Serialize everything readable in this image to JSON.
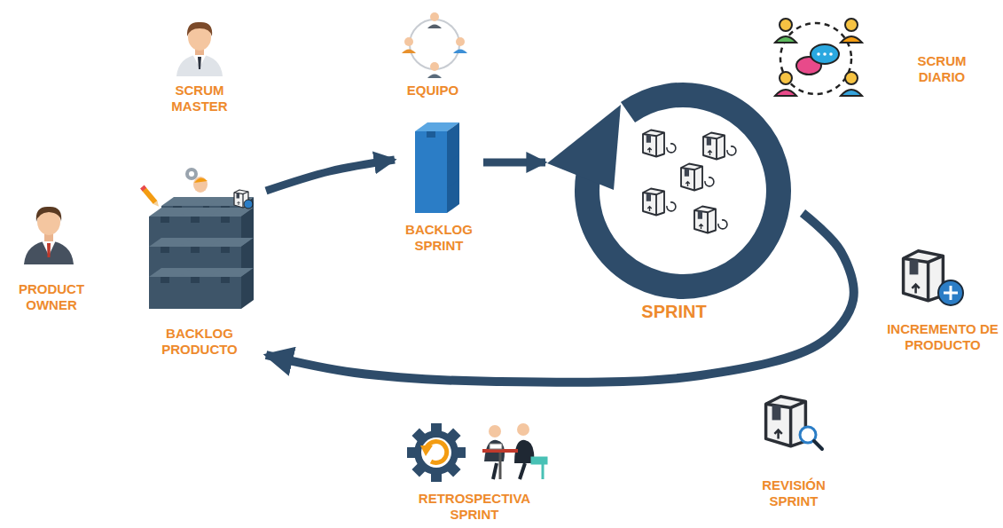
{
  "diagram": {
    "nodes": [
      {
        "text": [
          "BACKLOG PRODUCTO"
        ]
      },
      {
        "text": [
          "BACKLOG SPRINT"
        ]
      },
      {
        "text": [
          "SPRINT"
        ]
      }
    ],
    "edges": [
      {
        "from": 0,
        "to": 1,
        "arrow": "to"
      },
      {
        "from": 1,
        "to": 2,
        "arrow": "to"
      },
      {
        "from": 2,
        "to": 0,
        "arrow": "to"
      }
    ],
    "labels": [
      "SCRUM MASTER",
      "EQUIPO",
      "SCRUM DIARIO",
      "PRODUCT OWNER",
      "INCREMENTO DE PRODUCTO",
      "REVISIÓN SPRINT",
      "RETROSPECTIVA SPRINT"
    ]
  }
}
